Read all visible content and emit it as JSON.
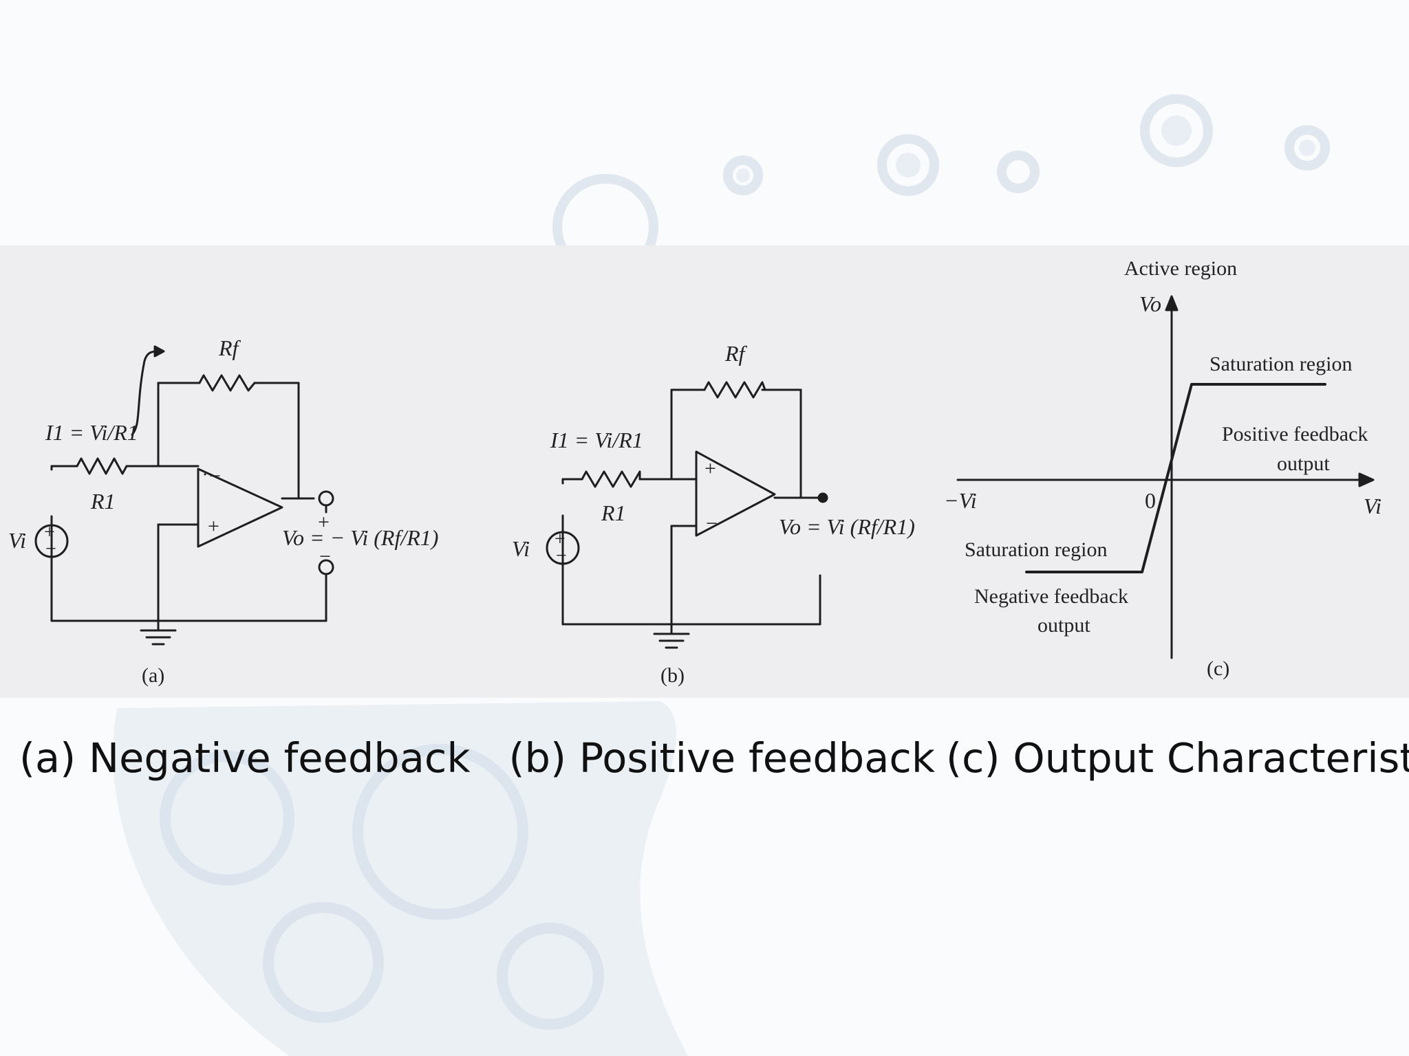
{
  "diagram_a": {
    "rf_label": "Rf",
    "i1_label": "I1 = Vi/R1",
    "r1_label": "R1",
    "vi_label": "Vi",
    "plus_sign": "+",
    "minus_sign": "−",
    "vo_equation": "Vo = − Vi (Rf/R1)",
    "panel_label": "(a)"
  },
  "diagram_b": {
    "rf_label": "Rf",
    "i1_label": "I1 = Vi/R1",
    "r1_label": "R1",
    "vi_label": "Vi",
    "plus_sign": "+",
    "minus_sign": "−",
    "vo_equation": "Vo = Vi (Rf/R1)",
    "panel_label": "(b)"
  },
  "diagram_c": {
    "active_region": "Active region",
    "y_axis_label": "Vo",
    "saturation_upper": "Saturation region",
    "positive_feedback_line1": "Positive feedback",
    "positive_feedback_line2": "output",
    "neg_vi": "−Vi",
    "origin": "0",
    "x_axis_label": "Vi",
    "saturation_lower": "Saturation region",
    "negative_feedback_line1": "Negative feedback",
    "negative_feedback_line2": "output",
    "panel_label": "(c)"
  },
  "caption": {
    "part_a": "(a) Negative feedback",
    "part_b": "(b) Positive feedback",
    "part_c": "(c) Output Characteristics"
  },
  "colors": {
    "strip_background": "#eeedf0",
    "line": "#1e1e1e",
    "background_gears": "#c9d6e2"
  }
}
